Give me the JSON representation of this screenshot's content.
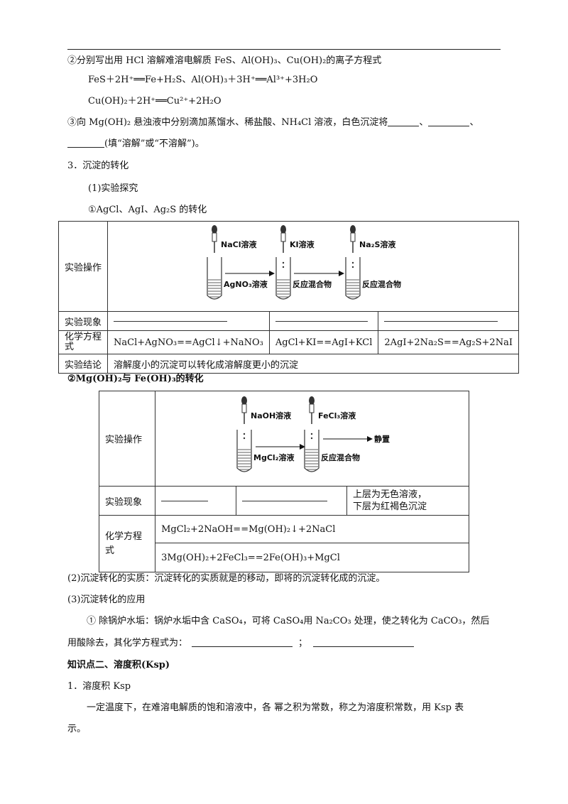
{
  "part1": {
    "q2_title": "②分别写出用 HCl 溶解难溶电解质 FeS、Al(OH)₃、Cu(OH)₂的离子方程式",
    "eq1": "FeS＋2H⁺══Fe+H₂S、Al(OH)₃＋3H⁺══Al³⁺+3H₂O",
    "eq2": "Cu(OH)₂＋2H⁺══Cu²⁺+2H₂O",
    "q3_text": "③向 Mg(OH)₂ 悬浊液中分别滴加蒸馏水、稀盐酸、NH₄Cl 溶液，白色沉淀将",
    "q3_sep1": "、",
    "q3_sep2": "、",
    "q3_tail": "(填“溶解”或“不溶解”)。"
  },
  "section3": {
    "title": "3．沉淀的转化",
    "sub1": "(1)实验探究",
    "sub1a": "①AgCl、AgI、Ag₂S 的转化"
  },
  "table1": {
    "row_op": "实验操作",
    "row_phen": "实验现象",
    "row_eq": "化学方程式",
    "row_concl": "实验结论",
    "eq_cells": [
      "NaCl+AgNO₃==AgCl↓+NaNO₃",
      "AgCl+KI==AgI+KCl",
      "2AgI+2Na₂S==Ag₂S+2NaI"
    ],
    "conclusion": "溶解度小的沉淀可以转化成溶解度更小的沉淀",
    "diagram": {
      "dropper_labels": [
        "NaCl溶液",
        "KI溶液",
        "Na₂S溶液"
      ],
      "tube_labels": [
        "AgNO₃溶液",
        "反应混合物",
        "反应混合物"
      ]
    }
  },
  "section2b": {
    "title": "②Mg(OH)₂与 Fe(OH)₃的转化"
  },
  "table2": {
    "row_op": "实验操作",
    "row_phen": "实验现象",
    "row_eq": "化学方程式",
    "phen_line1": "上层为无色溶液，",
    "phen_line2": "下层为红褐色沉淀",
    "eq1": "MgCl₂+2NaOH==Mg(OH)₂↓+2NaCl",
    "eq2": "3Mg(OH)₂+2FeCl₃==2Fe(OH)₃+MgCl",
    "diagram": {
      "dropper_labels": [
        "NaOH溶液",
        "FeCl₃溶液"
      ],
      "tube_labels": [
        "MgCl₂溶液",
        "反应混合物"
      ],
      "arrow_label": "静置"
    }
  },
  "part2": {
    "essence": "(2)沉淀转化的实质：沉淀转化的实质就是的移动，即将的沉淀转化成的沉淀。",
    "application": "(3)沉淀转化的应用",
    "boiler_line1": "① 除锅炉水垢：锅炉水垢中含 CaSO₄，可将 CaSO₄用 Na₂CO₃ 处理，使之转化为 CaCO₃，然后",
    "boiler_line2": "用酸除去，其化学方程式为：",
    "boiler_sep": "；"
  },
  "knowledge2": {
    "title": "知识点二、溶度积(Ksp)",
    "sub": "1．溶度积 Ksp",
    "para_line1": "一定温度下，在难溶电解质的饱和溶液中，各 幂之积为常数，称之为溶度积常数，用 Ksp 表",
    "para_line2": "示。"
  }
}
